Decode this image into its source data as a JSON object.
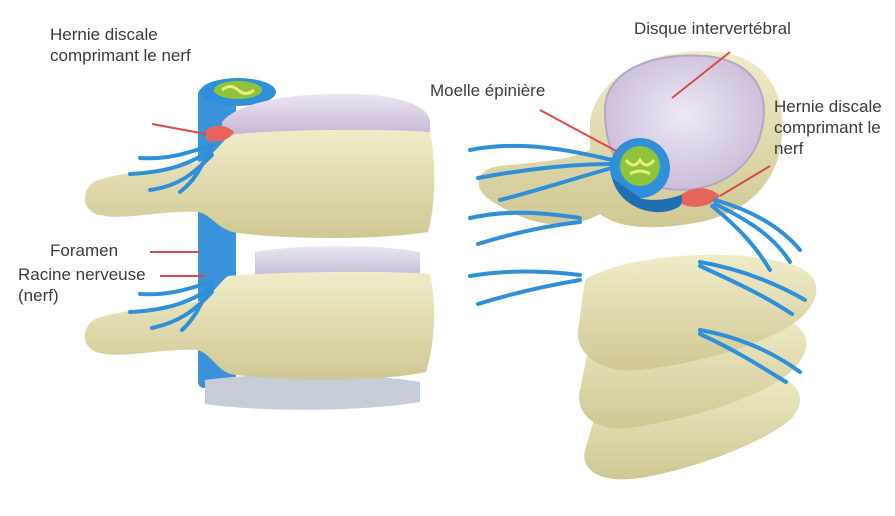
{
  "labels": {
    "left_herniated_disc": "Hernie discale comprimant le nerf",
    "foramen": "Foramen",
    "nerve_root": "Racine nerveuse (nerf)",
    "spinal_cord": "Moelle épinière",
    "intervertebral_disc": "Disque intervertébral",
    "right_herniated_disc": "Hernie discale comprimant le nerf"
  },
  "colors": {
    "bone": "#e6e1b6",
    "bone_shadow": "#c9c392",
    "disc": "#d9cfe3",
    "disc_shadow": "#b8a9c8",
    "nerve": "#2f8fd8",
    "nerve_dark": "#1f6fb3",
    "cord_green": "#8fc43a",
    "hernia": "#e8645a",
    "arrow": "#d94a4a"
  }
}
